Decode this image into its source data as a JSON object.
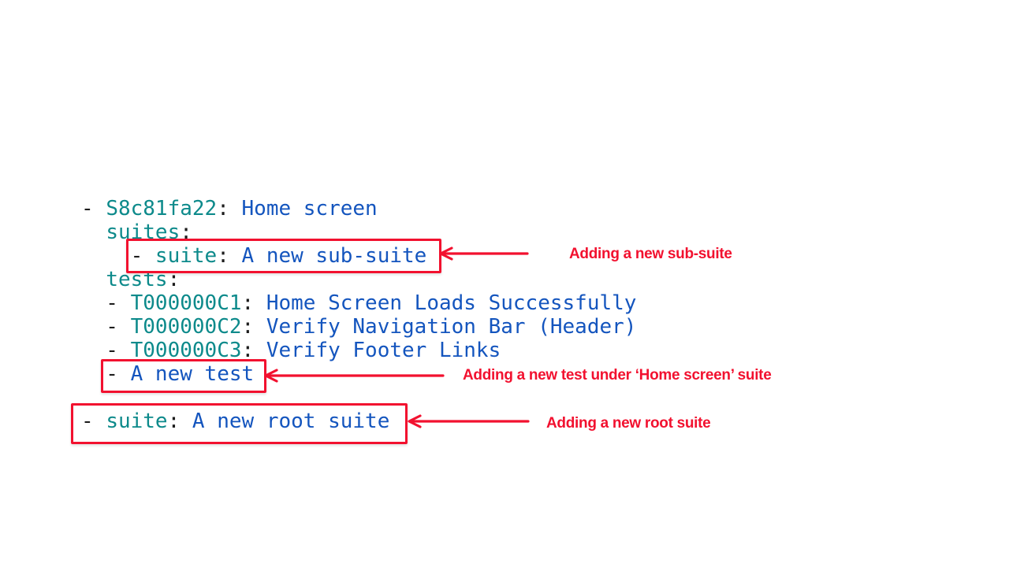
{
  "colors": {
    "yaml_key_teal": "#0d8a8b",
    "yaml_value_blue": "#1455be",
    "yaml_punct_black": "#1c1c1c",
    "annotation_red": "#f2112f",
    "background": "#ffffff"
  },
  "code": {
    "lines": [
      [
        {
          "t": "- ",
          "c": "p"
        },
        {
          "t": "S8c81fa22",
          "c": "k"
        },
        {
          "t": ": ",
          "c": "p"
        },
        {
          "t": "Home screen",
          "c": "v"
        }
      ],
      [
        {
          "t": "  ",
          "c": "p"
        },
        {
          "t": "suites",
          "c": "k"
        },
        {
          "t": ":",
          "c": "p"
        }
      ],
      [
        {
          "t": "    - ",
          "c": "p"
        },
        {
          "t": "suite",
          "c": "k"
        },
        {
          "t": ": ",
          "c": "p"
        },
        {
          "t": "A new sub-suite",
          "c": "v"
        }
      ],
      [
        {
          "t": "  ",
          "c": "p"
        },
        {
          "t": "tests",
          "c": "k"
        },
        {
          "t": ":",
          "c": "p"
        }
      ],
      [
        {
          "t": "  - ",
          "c": "p"
        },
        {
          "t": "T000000C1",
          "c": "k"
        },
        {
          "t": ": ",
          "c": "p"
        },
        {
          "t": "Home Screen Loads Successfully",
          "c": "v"
        }
      ],
      [
        {
          "t": "  - ",
          "c": "p"
        },
        {
          "t": "T000000C2",
          "c": "k"
        },
        {
          "t": ": ",
          "c": "p"
        },
        {
          "t": "Verify Navigation Bar (Header)",
          "c": "v"
        }
      ],
      [
        {
          "t": "  - ",
          "c": "p"
        },
        {
          "t": "T000000C3",
          "c": "k"
        },
        {
          "t": ": ",
          "c": "p"
        },
        {
          "t": "Verify Footer Links",
          "c": "v"
        }
      ],
      [
        {
          "t": "  - ",
          "c": "p"
        },
        {
          "t": "A new test",
          "c": "v"
        }
      ],
      [],
      [
        {
          "t": "- ",
          "c": "p"
        },
        {
          "t": "suite",
          "c": "k"
        },
        {
          "t": ": ",
          "c": "p"
        },
        {
          "t": "A new root suite",
          "c": "v"
        }
      ]
    ]
  },
  "annotations": {
    "sub_suite": {
      "label": "Adding a new sub-suite"
    },
    "new_test": {
      "label": "Adding a new test under ‘Home screen’ suite"
    },
    "root_suite": {
      "label": "Adding a new root suite"
    }
  }
}
